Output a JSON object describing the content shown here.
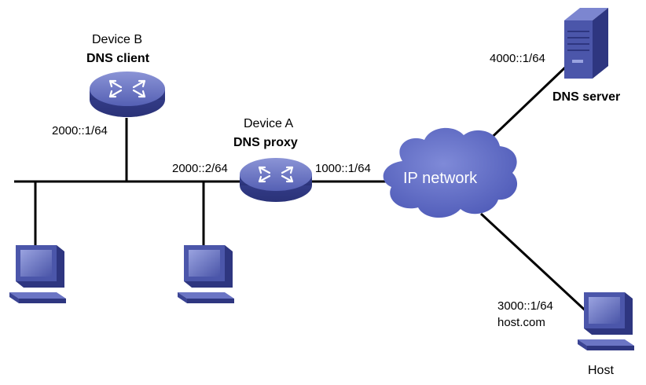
{
  "devices": {
    "device_b": {
      "name": "Device B",
      "role": "DNS client",
      "address": "2000::1/64"
    },
    "device_a": {
      "name": "Device A",
      "role": "DNS proxy",
      "address_left": "2000::2/64",
      "address_right": "1000::1/64"
    },
    "dns_server": {
      "role": "DNS server",
      "address": "4000::1/64"
    },
    "host": {
      "name": "Host",
      "address": "3000::1/64",
      "hostname": "host.com"
    }
  },
  "network": {
    "cloud_label": "IP network"
  },
  "colors": {
    "device_fill": "#4f5aa8",
    "device_dark": "#2e3680",
    "cloud_fill": "#5a67c4",
    "link": "#000000"
  }
}
